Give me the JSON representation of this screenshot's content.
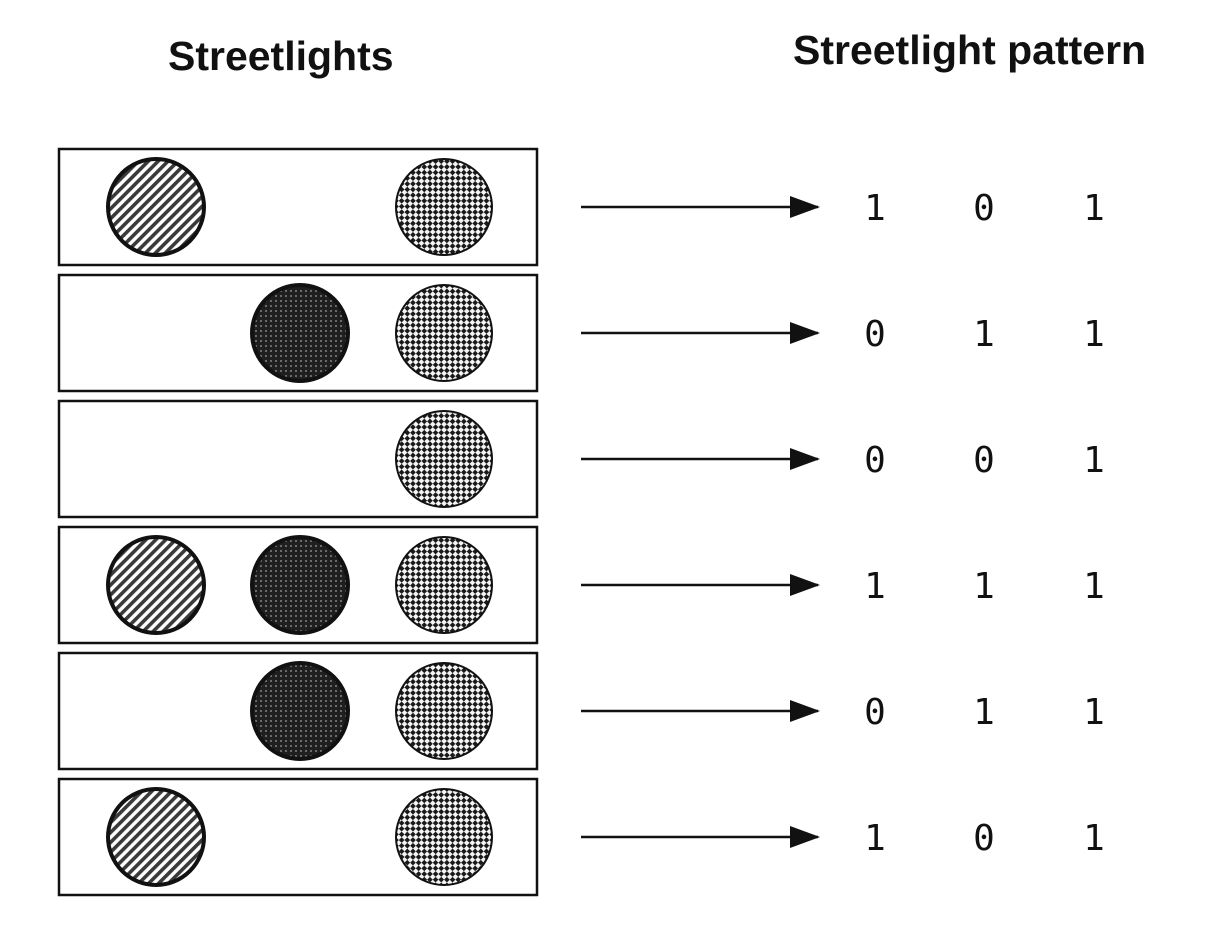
{
  "headings": {
    "left": "Streetlights",
    "right": "Streetlight pattern"
  },
  "colors": {
    "ink": "#111111",
    "light_stripe": "#8c8c8c",
    "light_dark": "#2e2e2e",
    "light_check": "#e6e6e6"
  },
  "lights": [
    {
      "name": "left-light",
      "pattern": "diagonal-stripes"
    },
    {
      "name": "middle-light",
      "pattern": "dark-crosshatch"
    },
    {
      "name": "right-light",
      "pattern": "checkerboard"
    }
  ],
  "rows": [
    {
      "states": [
        1,
        0,
        1
      ],
      "pattern": [
        "1",
        "0",
        "1"
      ]
    },
    {
      "states": [
        0,
        1,
        1
      ],
      "pattern": [
        "0",
        "1",
        "1"
      ]
    },
    {
      "states": [
        0,
        0,
        1
      ],
      "pattern": [
        "0",
        "0",
        "1"
      ]
    },
    {
      "states": [
        1,
        1,
        1
      ],
      "pattern": [
        "1",
        "1",
        "1"
      ]
    },
    {
      "states": [
        0,
        1,
        1
      ],
      "pattern": [
        "0",
        "1",
        "1"
      ]
    },
    {
      "states": [
        1,
        0,
        1
      ],
      "pattern": [
        "1",
        "0",
        "1"
      ]
    }
  ]
}
